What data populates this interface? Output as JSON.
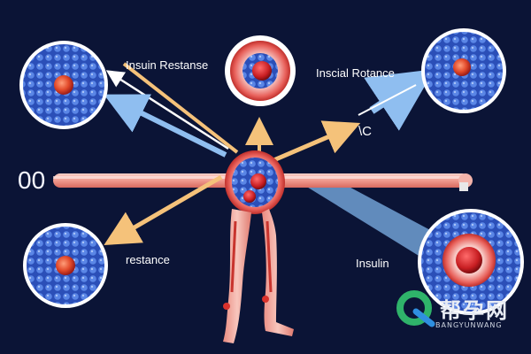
{
  "labels": {
    "insulin_resistance": "Insuin Restanse",
    "insulin_rotance": "Inscial Rotance",
    "c_mark": "\\C",
    "resistance": "restance",
    "insulin": "Insulin",
    "zero_zero": "00"
  },
  "watermark": {
    "name": "帮孕网",
    "subtitle": "BANGYUNWANG"
  },
  "colors": {
    "background": "#0b1436",
    "cell_blue": "#3f6fd8",
    "nucleus_red": "#e0342c",
    "body_pink": "#f2a19a",
    "arrow_orange": "#f5c27a",
    "arrow_blue": "#8fbef0"
  }
}
